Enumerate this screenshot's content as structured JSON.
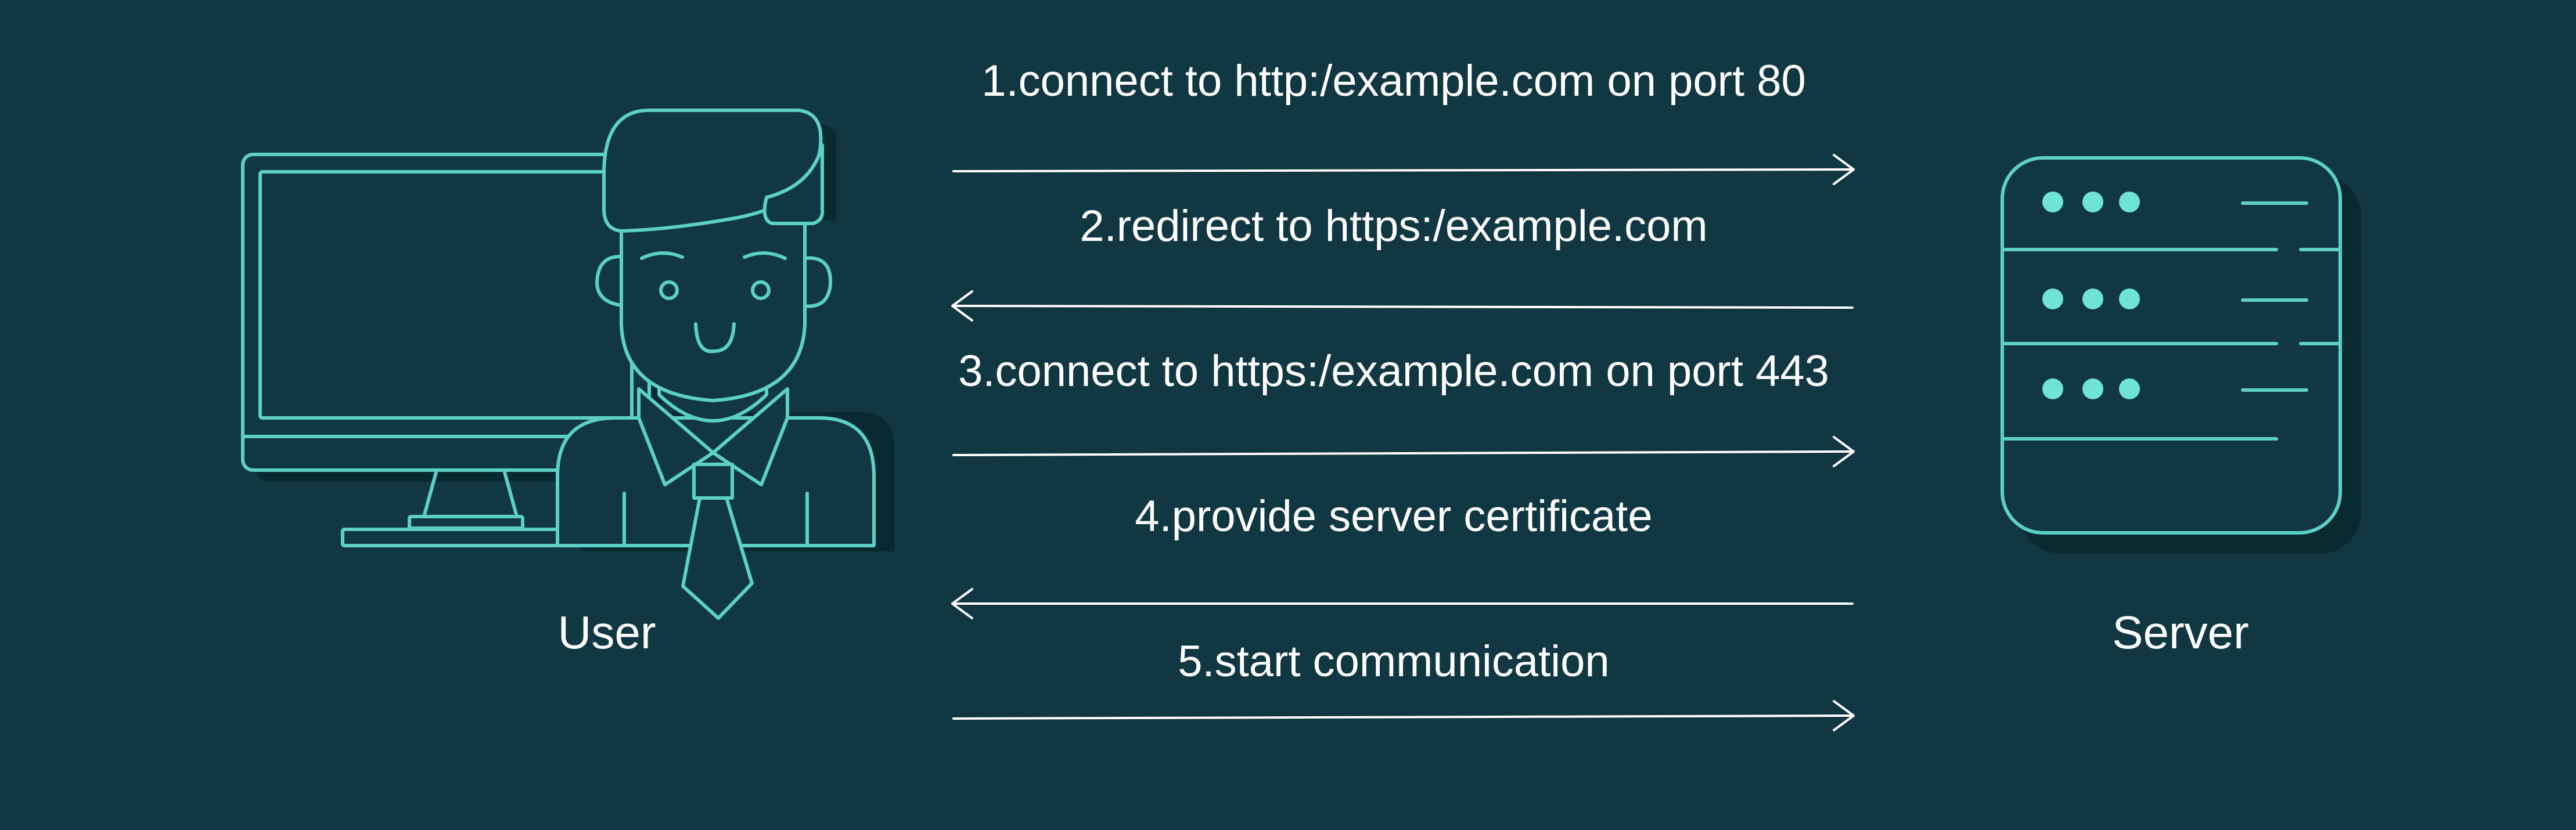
{
  "colors": {
    "background": "#113842",
    "shadow": "#0a2a32",
    "outline": "#5ccfc6",
    "dot": "#6fe3d6",
    "arrow": "#ffffff",
    "text": "#ffffff"
  },
  "actors": {
    "user": {
      "label": "User",
      "icon": "user-at-computer-icon"
    },
    "server": {
      "label": "Server",
      "icon": "server-rack-icon"
    }
  },
  "steps": [
    {
      "label": "1.connect to http:/example.com on port 80",
      "direction": "to-server"
    },
    {
      "label": "2.redirect to https:/example.com",
      "direction": "to-user"
    },
    {
      "label": "3.connect to https:/example.com on port 443",
      "direction": "to-server"
    },
    {
      "label": "4.provide server certificate",
      "direction": "to-user"
    },
    {
      "label": "5.start communication",
      "direction": "to-server"
    }
  ]
}
